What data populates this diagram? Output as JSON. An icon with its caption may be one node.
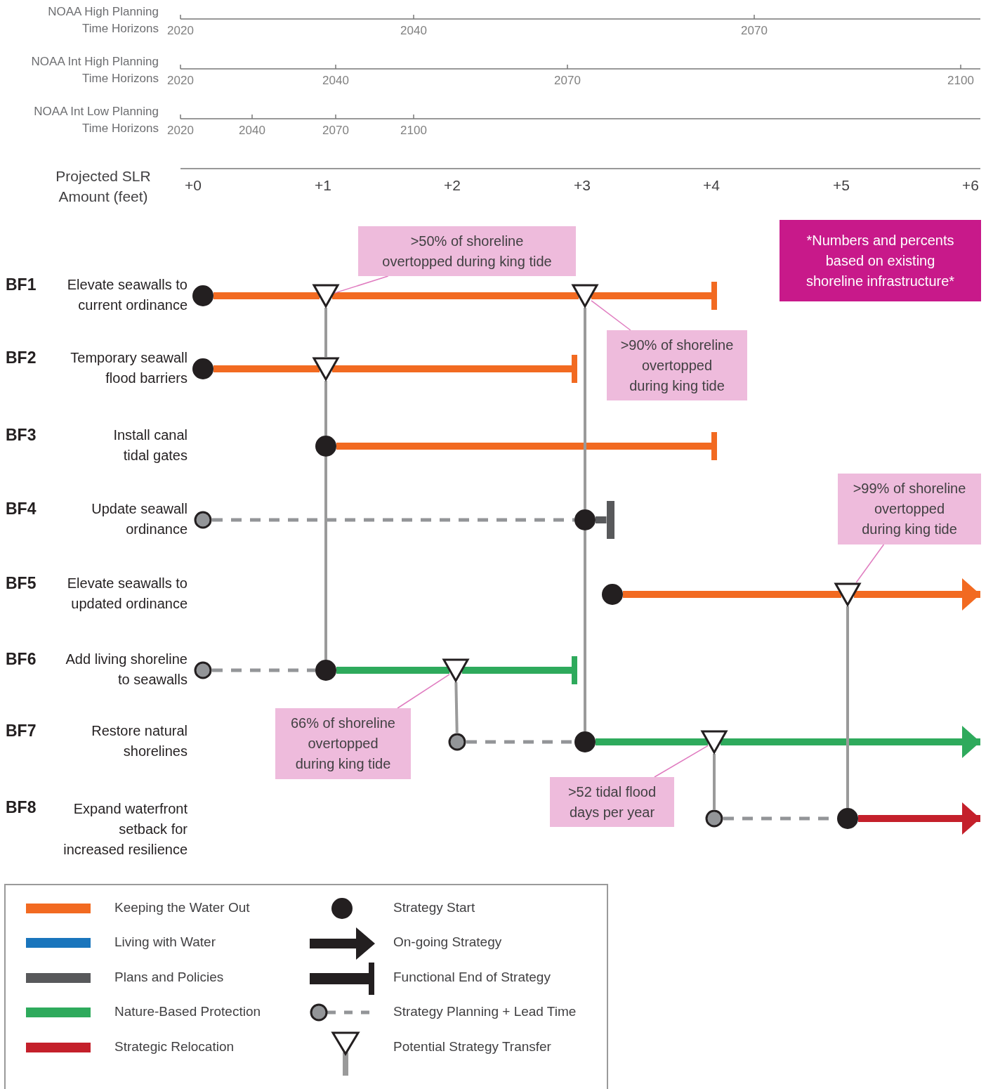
{
  "diagram": {
    "nodes": [
      {
        "text": [
          ">50% of shoreline overtopped during king tide"
        ]
      },
      {
        "text": [
          "*Numbers and percents based on existing shoreline infrastructure*"
        ]
      },
      {
        "text": [
          ">90% of shoreline overtopped during king tide"
        ]
      },
      {
        "text": [
          ">99% of shoreline overtopped during king tide"
        ]
      },
      {
        "text": [
          "66% of shoreline overtopped during king tide"
        ]
      },
      {
        "text": [
          ">52 tidal flood days per year"
        ]
      },
      {
        "text": [],
        "shape": "circle"
      },
      {
        "text": [],
        "shape": "triangle"
      },
      {
        "text": [],
        "shape": "triangle"
      },
      {
        "text": [],
        "shape": "circle"
      },
      {
        "text": [],
        "shape": "triangle"
      },
      {
        "text": [],
        "shape": "circle"
      },
      {
        "text": [],
        "shape": "circle"
      },
      {
        "text": [],
        "shape": "circle"
      },
      {
        "text": [],
        "shape": "circle"
      },
      {
        "text": [],
        "shape": "triangle"
      },
      {
        "text": [],
        "shape": "circle"
      },
      {
        "text": [],
        "shape": "circle"
      },
      {
        "text": [],
        "shape": "triangle"
      },
      {
        "text": [],
        "shape": "circle"
      },
      {
        "text": [],
        "shape": "circle"
      },
      {
        "text": [],
        "shape": "triangle"
      },
      {
        "text": [],
        "shape": "circle"
      },
      {
        "text": [],
        "shape": "circle"
      },
      {
        "text": [],
        "shape": "bar"
      },
      {
        "text": [],
        "shape": "bar"
      },
      {
        "text": [],
        "shape": "bar"
      },
      {
        "text": [],
        "shape": "bar"
      },
      {
        "text": [],
        "shape": "bar"
      }
    ],
    "edges": [
      {
        "from": 6,
        "to": 7,
        "arrow": "none",
        "style": "thick"
      },
      {
        "from": 7,
        "to": 8,
        "arrow": "none",
        "style": "thick"
      },
      {
        "from": 8,
        "to": 24,
        "arrow": "none",
        "style": "thick"
      },
      {
        "from": 9,
        "to": 10,
        "arrow": "none",
        "style": "thick"
      },
      {
        "from": 10,
        "to": 25,
        "arrow": "none",
        "style": "thick"
      },
      {
        "from": 11,
        "to": 26,
        "arrow": "none",
        "style": "thick"
      },
      {
        "from": 12,
        "to": 13,
        "arrow": "none",
        "style": "dashed",
        "color": "#939598"
      },
      {
        "from": 13,
        "to": 27,
        "arrow": "none",
        "style": "thick",
        "color": "#58595b"
      },
      {
        "from": 14,
        "to": 15,
        "arrow": "none",
        "style": "thick"
      },
      {
        "from": 15,
        "to": null,
        "arrow": "to",
        "style": "thick"
      },
      {
        "from": 16,
        "to": 17,
        "arrow": "none",
        "style": "dashed",
        "color": "#939598"
      },
      {
        "from": 17,
        "to": 18,
        "arrow": "none",
        "style": "thick",
        "color": "#2eaa5c"
      },
      {
        "from": 18,
        "to": 28,
        "arrow": "none",
        "style": "thick",
        "color": "#2eaa5c"
      },
      {
        "from": 19,
        "to": 20,
        "arrow": "none",
        "style": "dashed",
        "color": "#939598"
      },
      {
        "from": 20,
        "to": 21,
        "arrow": "none",
        "style": "thick",
        "color": "#2eaa5c"
      },
      {
        "from": 21,
        "to": null,
        "arrow": "to",
        "style": "thick",
        "color": "#2eaa5c"
      },
      {
        "from": 22,
        "to": 23,
        "arrow": "none",
        "style": "dashed",
        "color": "#939598"
      },
      {
        "from": 23,
        "to": null,
        "arrow": "to",
        "style": "thick",
        "color": "#c4202b"
      },
      {
        "from": 7,
        "to": 10,
        "arrow": "none",
        "color": "#9a9a9a"
      },
      {
        "from": 10,
        "to": 11,
        "arrow": "none",
        "color": "#9a9a9a"
      },
      {
        "from": 11,
        "to": 17,
        "arrow": "none",
        "color": "#9a9a9a"
      },
      {
        "from": 8,
        "to": 13,
        "arrow": "none",
        "color": "#9a9a9a"
      },
      {
        "from": 13,
        "to": 20,
        "arrow": "none",
        "color": "#9a9a9a"
      },
      {
        "from": 18,
        "to": 19,
        "arrow": "none",
        "color": "#9a9a9a"
      },
      {
        "from": 21,
        "to": 22,
        "arrow": "none",
        "color": "#9a9a9a"
      },
      {
        "from": 15,
        "to": 23,
        "arrow": "none",
        "color": "#9a9a9a"
      },
      {
        "from": 0,
        "to": 7,
        "arrow": "none",
        "color": "#e07cc0"
      },
      {
        "from": 2,
        "to": 8,
        "arrow": "none",
        "color": "#e07cc0"
      },
      {
        "from": 3,
        "to": 15,
        "arrow": "none",
        "color": "#e07cc0"
      },
      {
        "from": 4,
        "to": 18,
        "arrow": "none",
        "color": "#e07cc0"
      },
      {
        "from": 5,
        "to": 21,
        "arrow": "none",
        "color": "#e07cc0"
      }
    ],
    "labels": [
      "NOAA High Planning Time Horizons",
      "2020",
      "2040",
      "2070",
      "NOAA Int High Planning Time Horizons",
      "2020",
      "2040",
      "2070",
      "2100",
      "NOAA Int Low Planning Time Horizons",
      "2020",
      "2040",
      "2070",
      "2100",
      "Projected SLR Amount (feet)",
      "+0",
      "+1",
      "+2",
      "+3",
      "+4",
      "+5",
      "+6",
      "BF1",
      "Elevate seawalls to current ordinance",
      "BF2",
      "Temporary seawall flood barriers",
      "BF3",
      "Install canal tidal gates",
      "BF4",
      "Update seawall ordinance",
      "BF5",
      "Elevate seawalls to updated ordinance",
      "BF6",
      "Add living shoreline to seawalls",
      "BF7",
      "Restore natural shorelines",
      "BF8",
      "Expand waterfront setback for increased resilience"
    ],
    "legend": [
      {
        "text": "Keeping the Water Out",
        "color": "#f26a21"
      },
      {
        "text": "Living with Water",
        "color": "#1a75bc"
      },
      {
        "text": "Plans and Policies",
        "color": "#58595b"
      },
      {
        "text": "Nature-Based Protection",
        "color": "#2eaa5c"
      },
      {
        "text": "Strategic Relocation",
        "color": "#c4202b"
      },
      {
        "text": "Strategy Start"
      },
      {
        "text": "On-going Strategy"
      },
      {
        "text": "Functional End of Strategy"
      },
      {
        "text": "Strategy Planning + Lead Time"
      },
      {
        "text": "Potential Strategy Transfer"
      }
    ]
  }
}
